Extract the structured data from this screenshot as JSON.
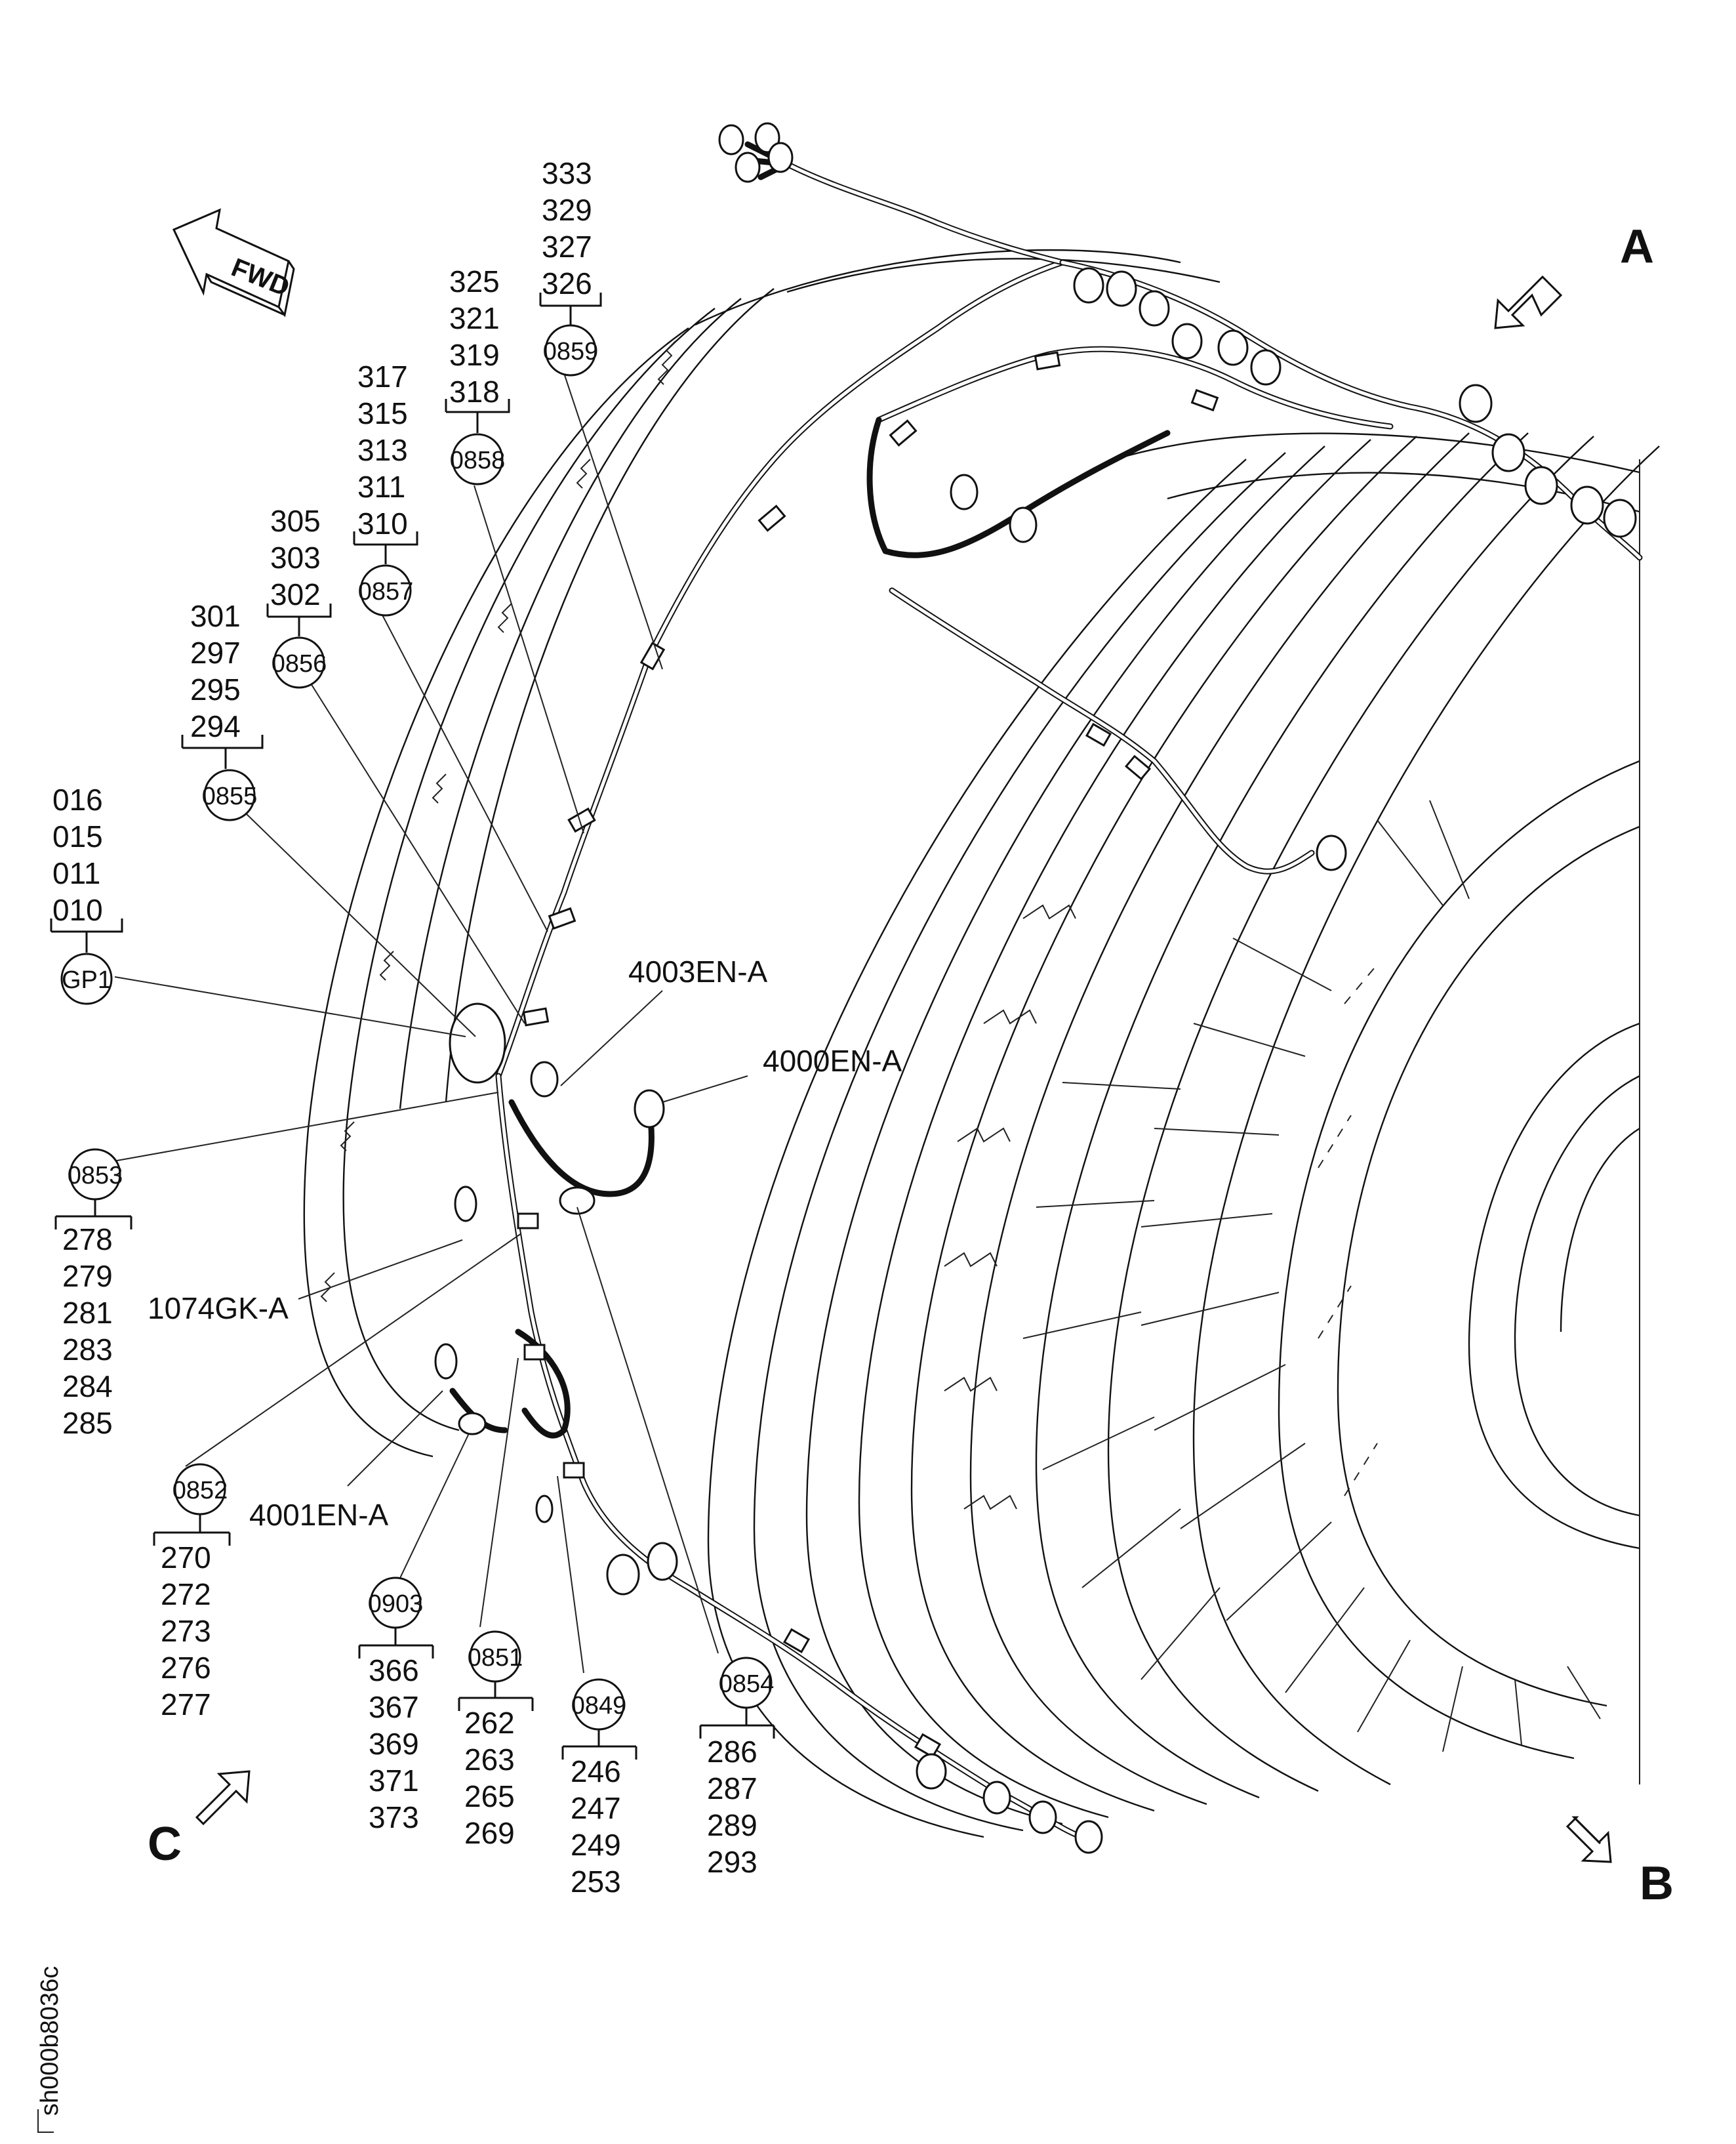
{
  "figure_id": "sh000b8036c",
  "view_letters": {
    "a": "A",
    "b": "B",
    "c": "C"
  },
  "fwd_label": "FWD",
  "callouts": {
    "c0859": {
      "code": "0859",
      "items": [
        "333",
        "329",
        "327",
        "326"
      ]
    },
    "c0858": {
      "code": "0858",
      "items": [
        "325",
        "321",
        "319",
        "318"
      ]
    },
    "c0857": {
      "code": "0857",
      "items": [
        "317",
        "315",
        "313",
        "311",
        "310"
      ]
    },
    "c0856": {
      "code": "0856",
      "items": [
        "305",
        "303",
        "302"
      ]
    },
    "c0855": {
      "code": "0855",
      "items": [
        "301",
        "297",
        "295",
        "294"
      ]
    },
    "gp1": {
      "code": "GP1",
      "items": [
        "016",
        "015",
        "011",
        "010"
      ]
    },
    "c0853": {
      "code": "0853",
      "items": [
        "278",
        "279",
        "281",
        "283",
        "284",
        "285"
      ]
    },
    "c0852": {
      "code": "0852",
      "items": [
        "270",
        "272",
        "273",
        "276",
        "277"
      ]
    },
    "c0903": {
      "code": "0903",
      "items": [
        "366",
        "367",
        "369",
        "371",
        "373"
      ]
    },
    "c0851": {
      "code": "0851",
      "items": [
        "262",
        "263",
        "265",
        "269"
      ]
    },
    "c0849": {
      "code": "0849",
      "items": [
        "246",
        "247",
        "249",
        "253"
      ]
    },
    "c0854": {
      "code": "0854",
      "items": [
        "286",
        "287",
        "289",
        "293"
      ]
    }
  },
  "component_labels": {
    "l4003": "4003EN-A",
    "l4000": "4000EN-A",
    "l1074": "1074GK-A",
    "l4001": "4001EN-A"
  }
}
